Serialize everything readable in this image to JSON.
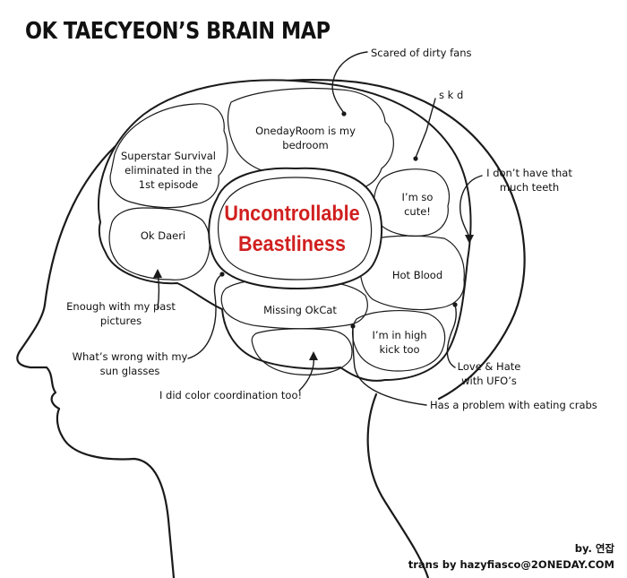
{
  "title": "OK TAECYEON’S BRAIN MAP",
  "center_text": {
    "line1": "Uncontrollable",
    "line2": "Beastliness",
    "color": "#d11f1f"
  },
  "lobes": [
    {
      "id": "superstar",
      "lines": [
        "Superstar Survival",
        "eliminated in the",
        "1st episode"
      ]
    },
    {
      "id": "onedayroom",
      "lines": [
        "OnedayRoom is my",
        "bedroom"
      ]
    },
    {
      "id": "okdaeri",
      "lines": [
        "Ok Daeri"
      ]
    },
    {
      "id": "cute",
      "lines": [
        "I’m so",
        "cute!"
      ]
    },
    {
      "id": "hotblood",
      "lines": [
        "Hot Blood"
      ]
    },
    {
      "id": "okcat",
      "lines": [
        "Missing OkCat"
      ]
    },
    {
      "id": "highkick",
      "lines": [
        "I’m in high",
        "kick too"
      ]
    }
  ],
  "annotations": {
    "dirty_fans": "Scared of dirty fans",
    "skd": "s k d",
    "teeth": [
      "I don’t have that",
      "much teeth"
    ],
    "past_pictures": [
      "Enough with my past",
      "pictures"
    ],
    "sun_glasses": [
      "What’s wrong with my",
      "sun glasses"
    ],
    "color_coordination": "I did color coordination too!",
    "ufo": [
      "Love & Hate",
      "with UFO’s"
    ],
    "crabs": "Has a problem with eating crabs"
  },
  "credit": {
    "by": "by. 연잡",
    "trans": "trans by hazyfiasco@2ONEDAY.COM"
  }
}
